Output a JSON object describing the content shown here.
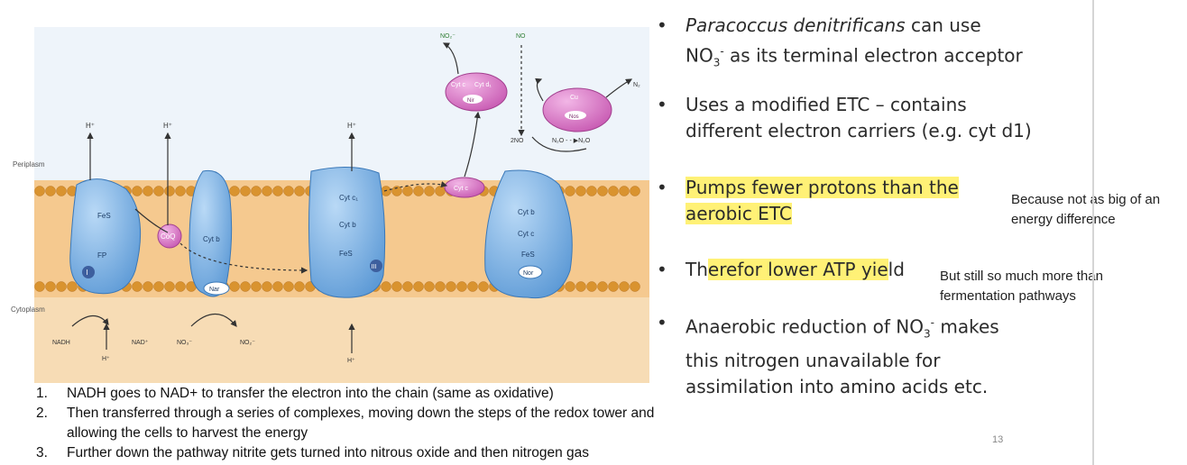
{
  "diagram": {
    "periplasm": "Periplasm",
    "cytoplasm": "Cytoplasm",
    "h_plus": "H⁺",
    "h_plus_bottom": "H⁺",
    "fes": "FeS",
    "fp": "FP",
    "complex_I": "I",
    "coq": "CoQ",
    "cyt_b": "Cyt b",
    "nar": "Nar",
    "cyt_c1": "Cyt c₁",
    "cyt_b3": "Cyt b",
    "fes3": "FeS",
    "complex_III": "III",
    "cyt_c_mobile": "Cyt c",
    "cyt_b4": "Cyt b",
    "cyt_c4": "Cyt c",
    "fes4": "FeS",
    "nor": "Nor",
    "cyt_c_top": "Cyt c",
    "cyt_d1": "Cyt d₁",
    "nir": "Nir",
    "cu": "Cu",
    "nos": "Nos",
    "no2_top": "NO₂⁻",
    "no_top": "NO",
    "two_no": "2NO",
    "n2o_reaction": "N₂O - - ▶N₂O",
    "n2": "N₂",
    "nadh": "NADH",
    "nad_plus": "NAD⁺",
    "no3": "NO₃⁻",
    "no2_bottom": "NO₂⁻"
  },
  "bullets": [
    {
      "parts": [
        {
          "t": "Paracoccus denitrificans",
          "italic": true
        },
        {
          "t": " can use"
        }
      ],
      "line2": [
        {
          "t": "NO"
        },
        {
          "t": "3",
          "sub": true
        },
        {
          "t": "-",
          "sup": true
        },
        {
          "t": " as its terminal electron acceptor"
        }
      ]
    },
    {
      "parts": [
        {
          "t": "Uses a modified ETC – contains"
        }
      ],
      "line2": [
        {
          "t": "different electron carriers (e.g. cyt d1)"
        }
      ]
    },
    {
      "parts": [
        {
          "t": "Pumps fewer protons than the",
          "hl": true
        }
      ],
      "line2": [
        {
          "t": "aerobic ETC",
          "hl": true
        }
      ]
    },
    {
      "parts": [
        {
          "t": "Th"
        },
        {
          "t": "erefor lower ATP yie",
          "hl": true
        },
        {
          "t": "ld"
        }
      ]
    },
    {
      "parts": [
        {
          "t": "Anaerobic reduction of NO"
        },
        {
          "t": "3",
          "sub": true
        },
        {
          "t": "-",
          "sup": true
        },
        {
          "t": " makes"
        }
      ],
      "line2": [
        {
          "t": "this nitrogen unavailable for"
        }
      ],
      "line3": [
        {
          "t": "assimilation into amino acids etc."
        }
      ]
    }
  ],
  "notes": {
    "energy_line1": "Because not as big of an",
    "energy_line2": "energy difference",
    "ferment_line1": "But still so much more than",
    "ferment_line2": "fermentation pathways"
  },
  "numbered_list": [
    {
      "n": "1.",
      "text": "NADH goes to NAD+ to transfer the electron into the chain (same as oxidative)"
    },
    {
      "n": "2.",
      "text": "Then transferred through a series of complexes, moving down the steps of the redox tower and",
      "text2": "allowing the cells to harvest the energy"
    },
    {
      "n": "3.",
      "text": "Further down the pathway nitrite gets turned into nitrous oxide and then nitrogen gas"
    }
  ],
  "slide_number": "13",
  "colors": {
    "membrane": "#f4c38a",
    "headgroup": "#d9932f",
    "protein": "#7fb4e6",
    "protein_dark": "#2f6fb5",
    "pink": "#d46fc0",
    "highlight": "#fff176"
  }
}
